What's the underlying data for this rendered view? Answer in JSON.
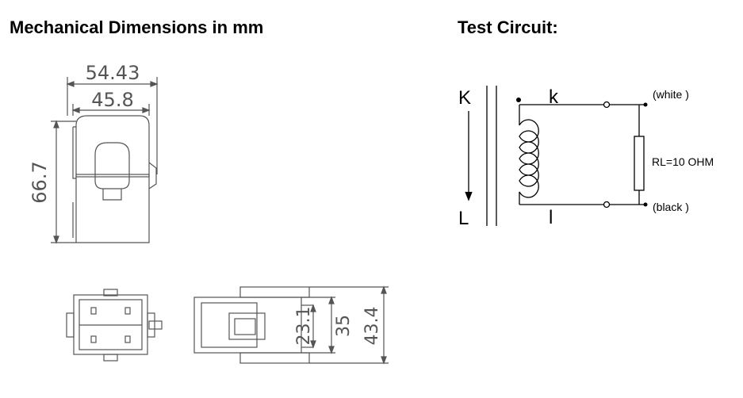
{
  "headings": {
    "mechanical": "Mechanical Dimensions in mm",
    "circuit": "Test Circuit:"
  },
  "dimensions": {
    "overall_width": "54.43",
    "inner_width": "45.8",
    "height": "66.7",
    "depth_inner": "23.1",
    "depth_mid": "35",
    "depth_outer": "43.4"
  },
  "circuit": {
    "primary_top": "K",
    "primary_bottom": "L",
    "secondary_top": "k",
    "secondary_bottom": "l",
    "terminal_top": "(white )",
    "terminal_bottom": "(black )",
    "load": "RL=10 OHM"
  }
}
